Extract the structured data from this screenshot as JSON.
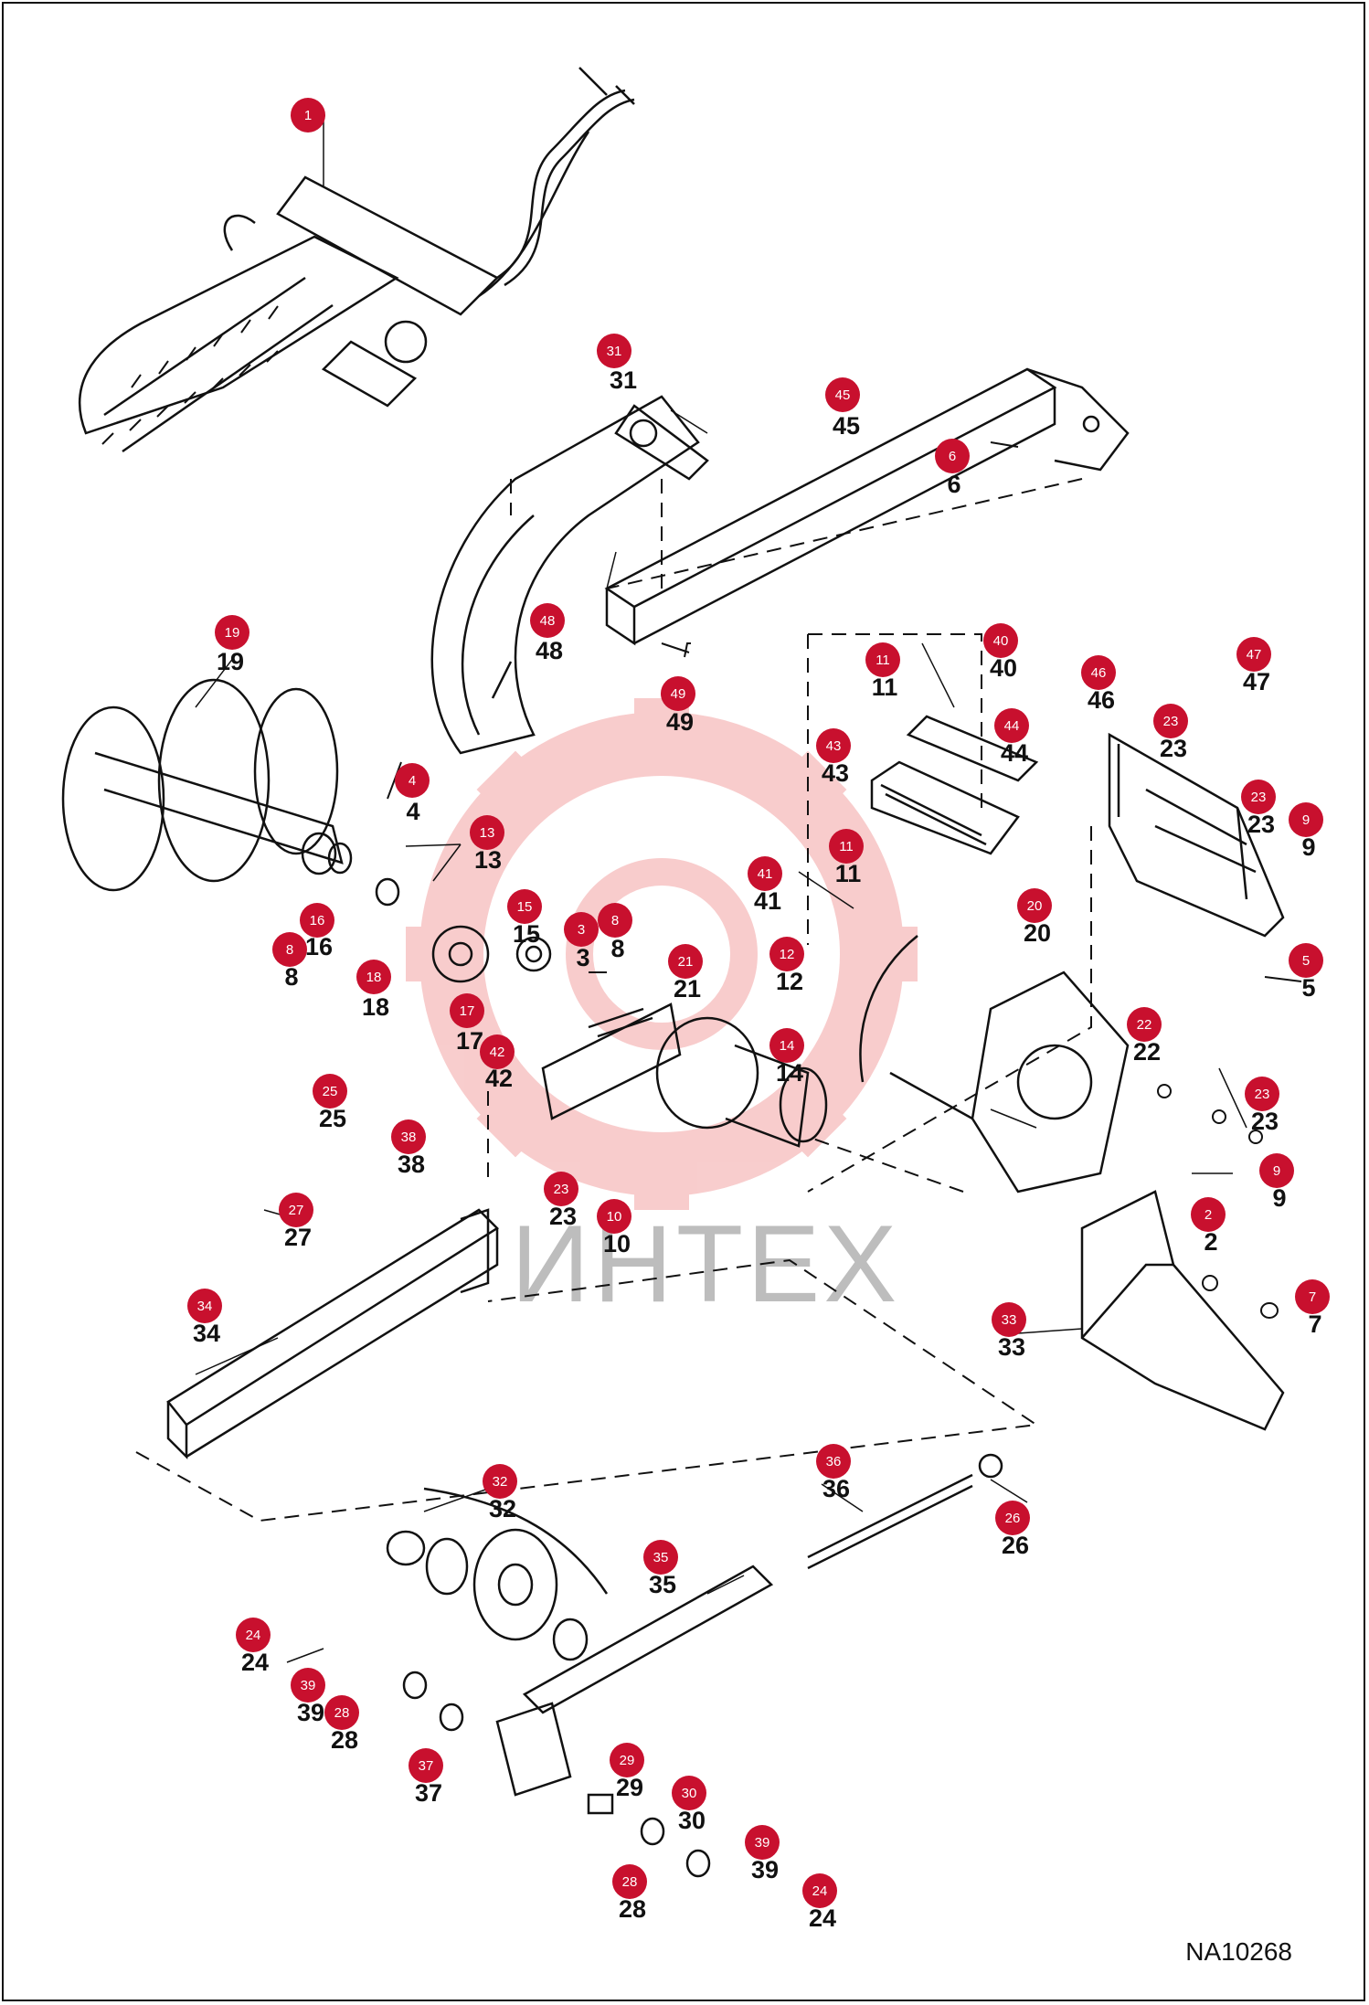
{
  "drawing_id": "NA10268",
  "watermark_text": "ИНТЕХ",
  "colors": {
    "marker": "#c8102e",
    "line": "#111111",
    "watermark_red": "#f3a4a4",
    "watermark_grey": "#bdbdbd"
  },
  "callouts": [
    {
      "num": "1"
    },
    {
      "num": "31"
    },
    {
      "num": "45"
    },
    {
      "num": "6"
    },
    {
      "num": "48"
    },
    {
      "num": "49"
    },
    {
      "num": "19"
    },
    {
      "num": "4"
    },
    {
      "num": "13"
    },
    {
      "num": "16"
    },
    {
      "num": "8"
    },
    {
      "num": "15"
    },
    {
      "num": "18"
    },
    {
      "num": "3"
    },
    {
      "num": "8"
    },
    {
      "num": "21"
    },
    {
      "num": "17"
    },
    {
      "num": "42"
    },
    {
      "num": "14"
    },
    {
      "num": "11"
    },
    {
      "num": "40"
    },
    {
      "num": "44"
    },
    {
      "num": "43"
    },
    {
      "num": "11"
    },
    {
      "num": "41"
    },
    {
      "num": "12"
    },
    {
      "num": "20"
    },
    {
      "num": "46"
    },
    {
      "num": "47"
    },
    {
      "num": "23"
    },
    {
      "num": "23"
    },
    {
      "num": "9"
    },
    {
      "num": "5"
    },
    {
      "num": "22"
    },
    {
      "num": "23"
    },
    {
      "num": "9"
    },
    {
      "num": "25"
    },
    {
      "num": "38"
    },
    {
      "num": "27"
    },
    {
      "num": "23"
    },
    {
      "num": "10"
    },
    {
      "num": "34"
    },
    {
      "num": "2"
    },
    {
      "num": "7"
    },
    {
      "num": "33"
    },
    {
      "num": "32"
    },
    {
      "num": "36"
    },
    {
      "num": "26"
    },
    {
      "num": "35"
    },
    {
      "num": "24"
    },
    {
      "num": "39"
    },
    {
      "num": "28"
    },
    {
      "num": "37"
    },
    {
      "num": "29"
    },
    {
      "num": "30"
    },
    {
      "num": "39"
    },
    {
      "num": "28"
    },
    {
      "num": "24"
    }
  ]
}
